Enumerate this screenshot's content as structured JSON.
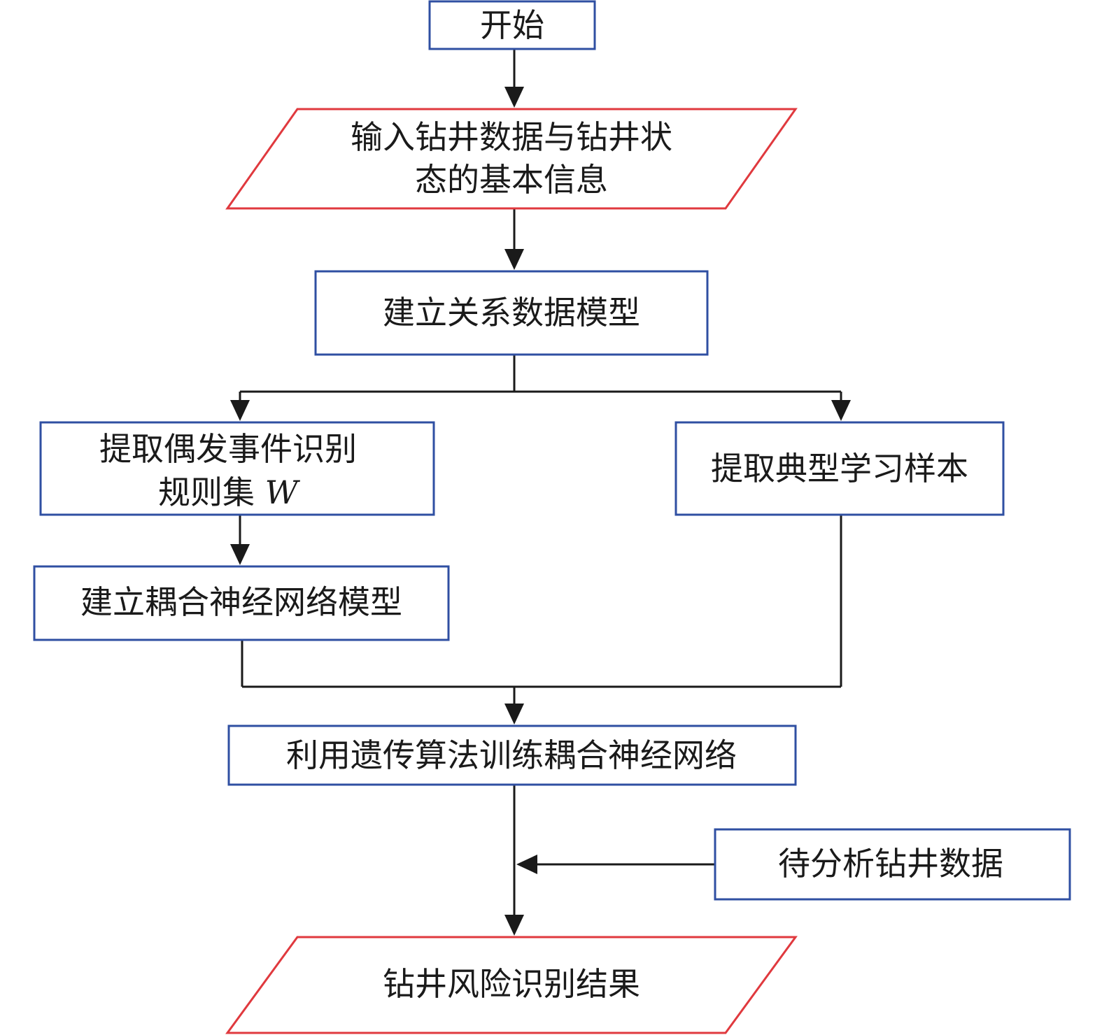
{
  "colors": {
    "process_border": "#2f4fa2",
    "io_border": "#e0393e",
    "connector": "#1a1a1a",
    "text": "#1a1a1a"
  },
  "nodes": {
    "start": {
      "text": "开始"
    },
    "input": {
      "line1": "输入钻井数据与钻井状",
      "line2": "态的基本信息"
    },
    "relational_model": {
      "text": "建立关系数据模型"
    },
    "extract_rules": {
      "line1": "提取偶发事件识别",
      "line2_text": "规则集 ",
      "line2_symbol": "W"
    },
    "extract_samples": {
      "text": "提取典型学习样本"
    },
    "coupled_nn": {
      "text": "建立耦合神经网络模型"
    },
    "train": {
      "text": "利用遗传算法训练耦合神经网络"
    },
    "pending_data": {
      "text": "待分析钻井数据"
    },
    "result": {
      "text": "钻井风险识别结果"
    }
  }
}
